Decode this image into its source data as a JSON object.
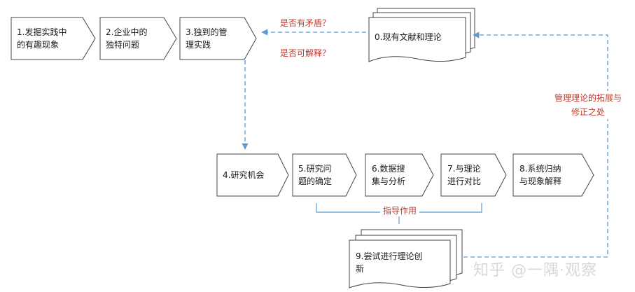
{
  "steps": {
    "s1": [
      "1.发掘实践中",
      "的有趣现象"
    ],
    "s2": [
      "2.企业中的",
      "独特问题"
    ],
    "s3": [
      "3.独到的管",
      "理实践"
    ],
    "s0": [
      "0.现有文献和理论"
    ],
    "s4": [
      "4.研究机会"
    ],
    "s5": [
      "5.研究问",
      "题的确定"
    ],
    "s6": [
      "6.数据搜",
      "集与分析"
    ],
    "s7": [
      "7.与理论",
      "进行对比"
    ],
    "s8": [
      "8.系统归纳",
      "与现象解释"
    ],
    "s9": [
      "9.尝试进行理论创",
      "新"
    ]
  },
  "annotations": {
    "contradiction": "是否有矛盾？",
    "explainable": "是否可解释？",
    "extension_line1": "管理理论的拓展与",
    "extension_line2": "修正之处",
    "guidance": "指导作用"
  },
  "watermark": "知乎 @一隅·观察",
  "colors": {
    "box_stroke": "#444444",
    "arrow_blue": "#5b9bd5",
    "annotation_red": "#c0392b"
  }
}
